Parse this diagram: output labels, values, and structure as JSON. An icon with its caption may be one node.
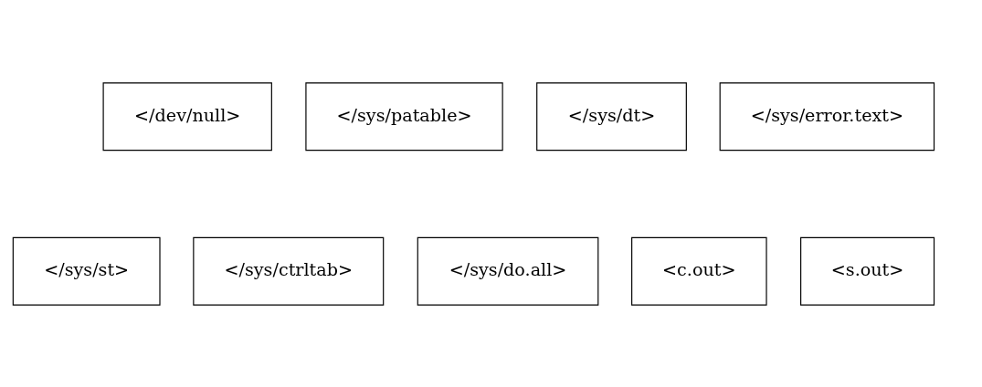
{
  "diagram": {
    "nodes": [
      {
        "text": [
          "</dev/null>"
        ]
      },
      {
        "text": [
          "</sys/patable>"
        ]
      },
      {
        "text": [
          "</sys/dt>"
        ]
      },
      {
        "text": [
          "</sys/error.text>"
        ]
      },
      {
        "text": [
          "</sys/st>"
        ]
      },
      {
        "text": [
          "</sys/ctrltab>"
        ]
      },
      {
        "text": [
          "</sys/do.all>"
        ]
      },
      {
        "text": [
          "<c.out>"
        ]
      },
      {
        "text": [
          "<s.out>"
        ]
      }
    ],
    "edges": []
  }
}
